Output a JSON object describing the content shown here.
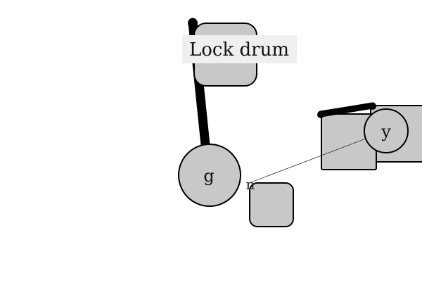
{
  "title": "Lock drum",
  "nodes": {
    "g": "g",
    "y": "y"
  },
  "tags": {
    "n": "n"
  },
  "colors": {
    "shape_fill": "#c8c8c8",
    "outline": "#000000",
    "title_background": "#efefef"
  }
}
